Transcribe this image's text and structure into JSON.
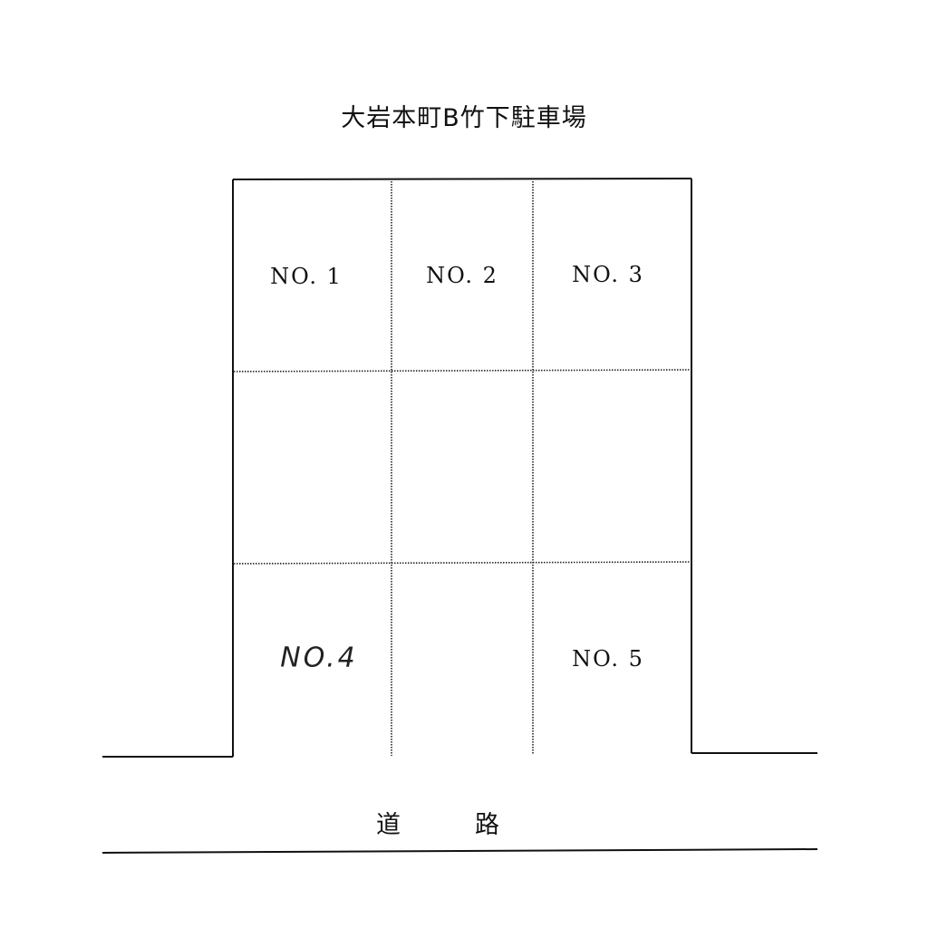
{
  "title": "大岩本町B竹下駐車場",
  "spaces": [
    {
      "label": "NO. 1",
      "handwritten": false
    },
    {
      "label": "NO. 2",
      "handwritten": false
    },
    {
      "label": "NO. 3",
      "handwritten": false
    },
    {
      "label": "NO.4",
      "handwritten": true
    },
    {
      "label": "NO. 5",
      "handwritten": false
    }
  ],
  "road": {
    "char1": "道",
    "char2": "路"
  },
  "colors": {
    "line": "#111111",
    "background": "#ffffff"
  }
}
